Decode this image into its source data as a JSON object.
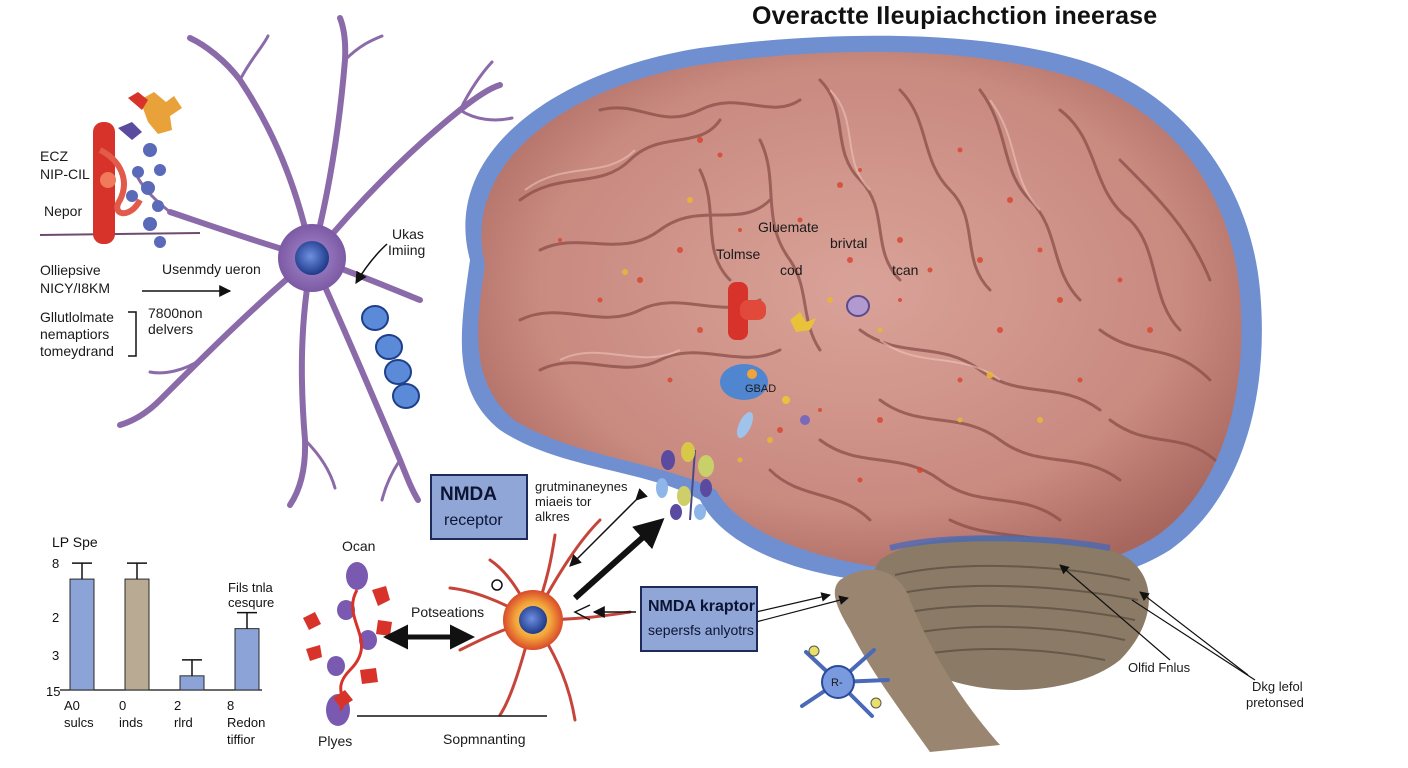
{
  "title": "Overactte  Ileupiachction ineerase",
  "labels": {
    "ecz": "ECZ",
    "nip": "NIP-CIL",
    "nepor": "Nepor",
    "olliepsive": "Olliepsive",
    "nicy": "NICY/I8KM",
    "glut1": "Gllutlolmate",
    "glut2": "nemaptiors",
    "glut3": "tomeydrand",
    "usenmdy": "Usenmdy uеron",
    "delv1": "7800non",
    "delv2": "delvers",
    "ukas1": "Ukas",
    "ukas2": "Imiing",
    "glutamate": "Gluemate",
    "tolmse": "Tolmse",
    "brivtal": "brivtal",
    "cod": "cod",
    "tcan": "tcan",
    "gbad": "GBAD",
    "grut1": "grutminaneynes",
    "grut2": "miaeis tor",
    "grut3": "alkres",
    "ocan": "Ocan",
    "potseations": "Potseations",
    "plyes": "Plyes",
    "sopm": "Sopmnanting",
    "olfid": "Olfid Fnlus",
    "dkg1": "Dkg lefol",
    "dkg2": "pretonsed",
    "r_label": "R-"
  },
  "boxes": {
    "nmda_receptor": {
      "line1": "NMDA",
      "line2": "receptor"
    },
    "nmda_kraptor": {
      "line1": "NMDA kraptor",
      "line2": "sepersfs anlyotrs"
    }
  },
  "chart_data": {
    "type": "bar",
    "title": "LP Spe",
    "annotation": "Fils tnla cesqure",
    "yticks": [
      "8",
      "2",
      "3",
      "15"
    ],
    "categories": [
      "A0 sulcs",
      "0 inds",
      "2 rlrd",
      "8 Redon tiffior"
    ],
    "category_lines": [
      [
        "A0",
        "sulcs"
      ],
      [
        "0",
        "inds"
      ],
      [
        "2",
        "rlrd"
      ],
      [
        "8",
        "Redon",
        "tiffior"
      ]
    ],
    "values": [
      0.94,
      0.94,
      0.12,
      0.52
    ],
    "value_unit": "fraction of plot height (no printed scale)",
    "colors": [
      "#8ba3d6",
      "#b9ab93",
      "#8ba3d6",
      "#8ba3d6"
    ],
    "show_error_bars": true
  },
  "colors": {
    "brain": "#c98a80",
    "brain_outline": "#6b8ccc",
    "neuron_purple": "#8a6aa8",
    "cerebellum": "#8a7a66",
    "receptor_red": "#d8332a",
    "receptor_blue": "#3f66b0",
    "box_fill": "#8fa6d6"
  }
}
